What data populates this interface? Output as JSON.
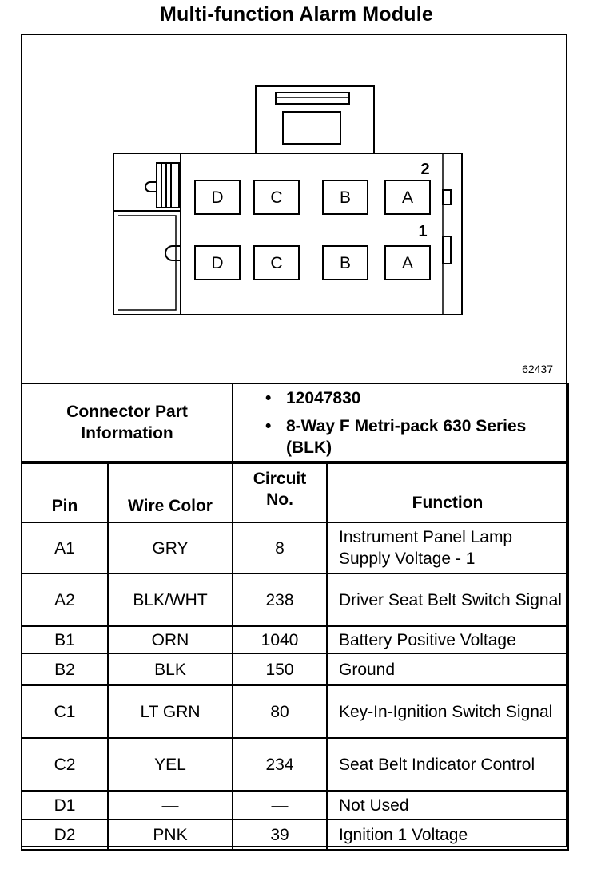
{
  "title": "Multi-function Alarm Module",
  "diagram": {
    "figure_number": "62437",
    "row_labels": [
      "2",
      "1"
    ],
    "row2_cavities": [
      "D",
      "C",
      "B",
      "A"
    ],
    "row1_cavities": [
      "D",
      "C",
      "B",
      "A"
    ]
  },
  "connector_info": {
    "label": "Connector Part Information",
    "items": [
      "12047830",
      "8-Way F Metri-pack 630 Series (BLK)"
    ]
  },
  "pin_table": {
    "headers": {
      "pin": "Pin",
      "wire_color": "Wire Color",
      "circuit": "Circuit No.",
      "function": "Function"
    },
    "rows": [
      {
        "pin": "A1",
        "wire": "GRY",
        "circuit": "8",
        "function": "Instrument Panel Lamp Supply Voltage - 1"
      },
      {
        "pin": "A2",
        "wire": "BLK/WHT",
        "circuit": "238",
        "function": "Driver Seat Belt Switch Signal"
      },
      {
        "pin": "B1",
        "wire": "ORN",
        "circuit": "1040",
        "function": "Battery Positive Voltage"
      },
      {
        "pin": "B2",
        "wire": "BLK",
        "circuit": "150",
        "function": "Ground"
      },
      {
        "pin": "C1",
        "wire": "LT GRN",
        "circuit": "80",
        "function": "Key-In-Ignition Switch Signal"
      },
      {
        "pin": "C2",
        "wire": "YEL",
        "circuit": "234",
        "function": "Seat Belt Indicator Control"
      },
      {
        "pin": "D1",
        "wire": "—",
        "circuit": "—",
        "function": "Not Used"
      },
      {
        "pin": "D2",
        "wire": "PNK",
        "circuit": "39",
        "function": "Ignition 1 Voltage"
      }
    ]
  }
}
